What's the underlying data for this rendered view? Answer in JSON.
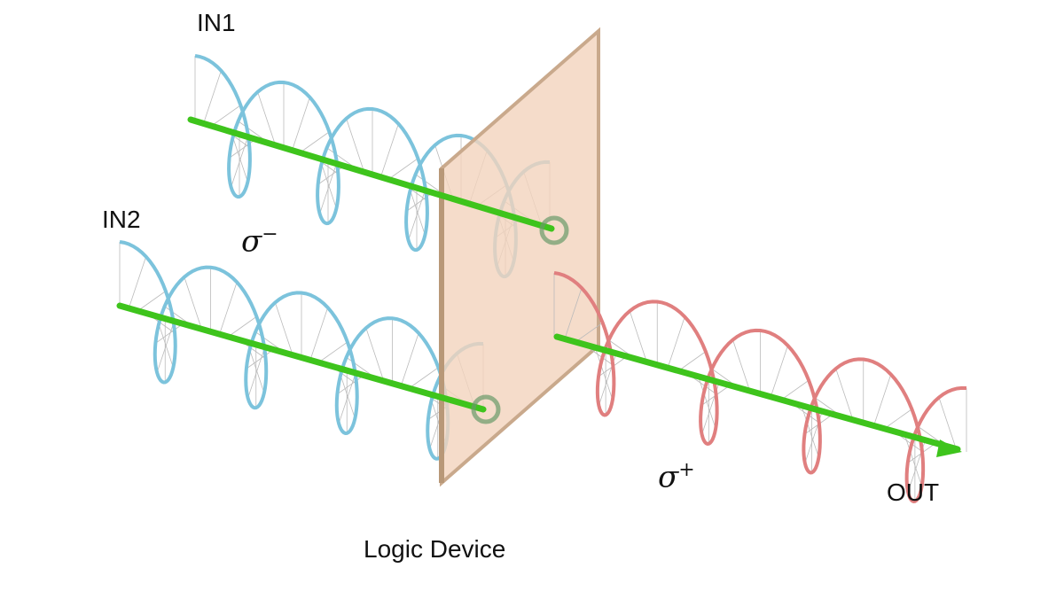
{
  "labels": {
    "in1": "IN1",
    "in2": "IN2",
    "out": "OUT",
    "device": "Logic Device",
    "sigma_minus": "σ",
    "sigma_minus_sup": "−",
    "sigma_plus": "σ",
    "sigma_plus_sup": "+"
  },
  "colors": {
    "input_helix": "#7cc3dc",
    "output_helix": "#e07f7f",
    "beam": "#3ec41c",
    "device": "#f2d3bd",
    "device_edge": "#c9a98c"
  }
}
